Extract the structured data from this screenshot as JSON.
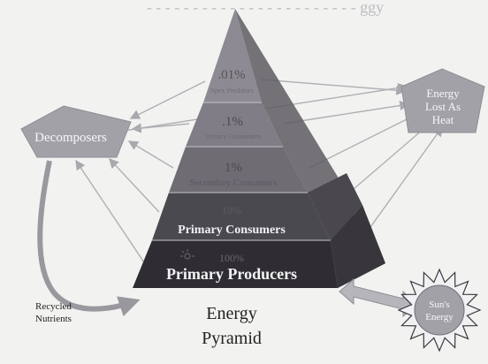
{
  "faded_header": "- - - - - - - - - - - - - - - - - - - - - - - ggy",
  "pyramid": {
    "levels": [
      {
        "percent": ".01%",
        "name": "Apex Predators"
      },
      {
        "percent": ".1%",
        "name": "Tertiary Consumers"
      },
      {
        "percent": "1%",
        "name": "Secondary Consumers"
      },
      {
        "percent": "10%",
        "name": "Primary Consumers"
      },
      {
        "percent": "100%",
        "name": "Primary Producers"
      }
    ]
  },
  "decomposers": {
    "label": "Decomposers"
  },
  "energy_lost": {
    "line1": "Energy",
    "line2": "Lost As",
    "line3": "Heat"
  },
  "recycled": {
    "line1": "Recycled",
    "line2": "Nutrients"
  },
  "sun": {
    "line1": "Sun's",
    "line2": "Energy"
  },
  "caption": {
    "line1": "Energy",
    "line2": "Pyramid"
  },
  "colors": {
    "apex": "#8d8a93",
    "tertiary": "#807d86",
    "secondary": "#6f6c74",
    "primary_consumers": "#4b4950",
    "primary_producers": "#2f2d33",
    "right_face": "#56545a",
    "shape_fill": "#9d9ba2"
  }
}
